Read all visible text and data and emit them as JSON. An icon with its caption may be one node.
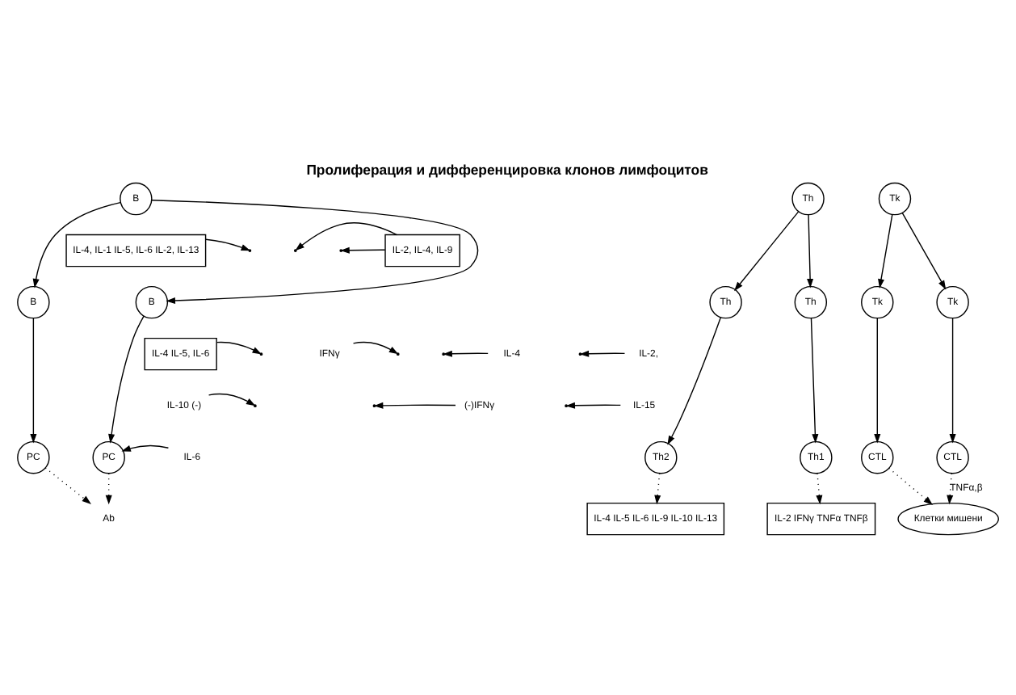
{
  "diagram": {
    "title": "Пролиферация и дифференцировка клонов лимфоцитов",
    "nodes": [
      {
        "text": [
          "B"
        ]
      },
      {
        "text": [
          "B"
        ]
      },
      {
        "text": [
          "B"
        ]
      },
      {
        "text": [
          "IL-4, IL-1 IL-5, IL-6 IL-2, IL-13"
        ]
      },
      {
        "text": [
          "IL-4 IL-5, IL-6"
        ]
      },
      {
        "text": [
          "PC"
        ]
      },
      {
        "text": [
          "PC"
        ]
      },
      {
        "text": [
          "IL-6"
        ]
      },
      {
        "text": [
          "Ab"
        ]
      },
      {
        "text": [
          "Th"
        ]
      },
      {
        "text": [
          "Th"
        ]
      },
      {
        "text": [
          "Th"
        ]
      },
      {
        "text": [
          "IFNγ"
        ]
      },
      {
        "text": [
          "IL-10 (-)"
        ]
      },
      {
        "text": [
          "Th1"
        ]
      },
      {
        "text": [
          "Th2"
        ]
      },
      {
        "text": [
          "IL-4"
        ]
      },
      {
        "text": [
          "(-)IFNγ"
        ]
      },
      {
        "text": [
          "IL-2 IFNγ TNFα TNFβ"
        ]
      },
      {
        "text": [
          "IL-4 IL-5 IL-6 IL-9 IL-10 IL-13"
        ]
      },
      {
        "text": [
          "Tk"
        ]
      },
      {
        "text": [
          "Tk"
        ]
      },
      {
        "text": [
          "Tk"
        ]
      },
      {
        "text": [
          "IL-2, IL-4, IL-9"
        ]
      },
      {
        "text": [
          "CTL"
        ]
      },
      {
        "text": [
          "CTL"
        ]
      },
      {
        "text": [
          "IL-2,"
        ]
      },
      {
        "text": [
          "IL-15"
        ]
      },
      {
        "text": [
          "Клетки мишени"
        ]
      }
    ],
    "edges": [
      {
        "from": 0,
        "to": 1,
        "arrow": "to"
      },
      {
        "from": 0,
        "to": 2,
        "arrow": "to"
      },
      {
        "from": 3,
        "to": null,
        "arrow": "to"
      },
      {
        "from": 1,
        "to": 5,
        "arrow": "to"
      },
      {
        "from": 2,
        "to": 6,
        "arrow": "to"
      },
      {
        "from": 4,
        "to": null,
        "arrow": "to"
      },
      {
        "from": 7,
        "to": 5,
        "arrow": "to"
      },
      {
        "from": 5,
        "to": 8,
        "arrow": "to",
        "style": "dashed"
      },
      {
        "from": 6,
        "to": 8,
        "arrow": "to",
        "style": "dashed"
      },
      {
        "from": 9,
        "to": 10,
        "arrow": "to"
      },
      {
        "from": 9,
        "to": 11,
        "arrow": "to"
      },
      {
        "from": 10,
        "to": 14,
        "arrow": "to"
      },
      {
        "from": 11,
        "to": 15,
        "arrow": "to"
      },
      {
        "from": 12,
        "to": null,
        "arrow": "to"
      },
      {
        "from": 13,
        "to": null,
        "arrow": "to"
      },
      {
        "from": 16,
        "to": null,
        "arrow": "to"
      },
      {
        "from": 17,
        "to": null,
        "arrow": "to"
      },
      {
        "from": 14,
        "to": 18,
        "arrow": "to",
        "style": "dashed"
      },
      {
        "from": 15,
        "to": 19,
        "arrow": "to",
        "style": "dashed"
      },
      {
        "from": 20,
        "to": 21,
        "arrow": "to"
      },
      {
        "from": 20,
        "to": 22,
        "arrow": "to"
      },
      {
        "from": 23,
        "to": null,
        "arrow": "to"
      },
      {
        "from": 23,
        "to": null,
        "arrow": "to"
      },
      {
        "from": 21,
        "to": 24,
        "arrow": "to"
      },
      {
        "from": 22,
        "to": 25,
        "arrow": "to"
      },
      {
        "from": 26,
        "to": null,
        "arrow": "to"
      },
      {
        "from": 27,
        "to": null,
        "arrow": "to"
      },
      {
        "from": 24,
        "to": 28,
        "arrow": "to",
        "style": "dashed",
        "label": "TNFα,β"
      },
      {
        "from": 25,
        "to": 28,
        "arrow": "to",
        "style": "dashed"
      }
    ]
  }
}
